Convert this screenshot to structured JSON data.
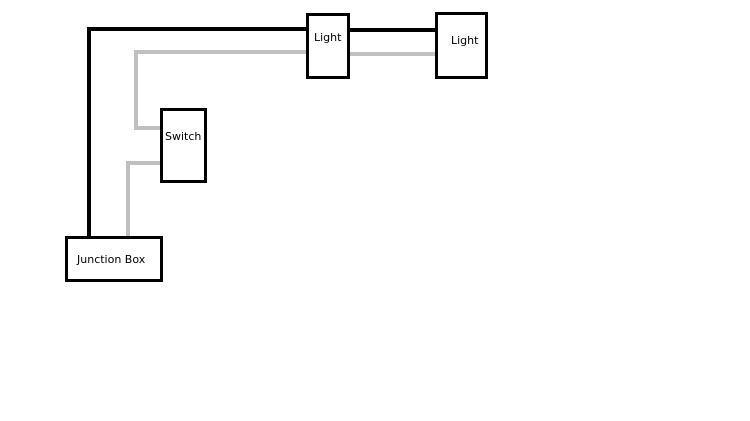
{
  "diagram": {
    "components": {
      "light_1": "Light",
      "light_2": "Light",
      "switch": "Switch",
      "junction_box": "Junction Box"
    },
    "colors": {
      "hot_wire": "#000000",
      "neutral_wire": "#c0c0c0",
      "box_border": "#000000",
      "background": "#ffffff"
    }
  }
}
